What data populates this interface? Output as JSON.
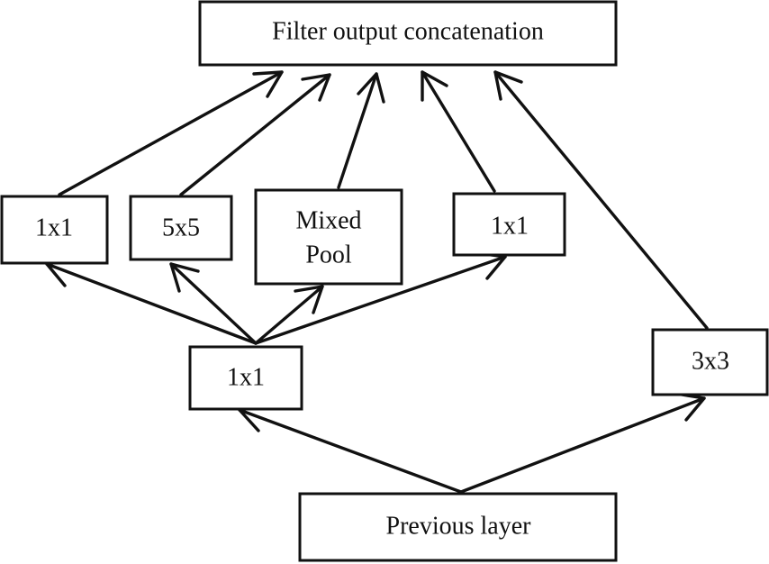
{
  "diagram": {
    "nodes": {
      "concat": {
        "label": "Filter output concatenation"
      },
      "branch_1x1_a": {
        "label": "1x1"
      },
      "branch_5x5": {
        "label": "5x5"
      },
      "branch_mixed_pool": {
        "label_line1": "Mixed",
        "label_line2": "Pool"
      },
      "branch_1x1_b": {
        "label": "1x1"
      },
      "reduce_1x1": {
        "label": "1x1"
      },
      "branch_3x3": {
        "label": "3x3"
      },
      "previous_layer": {
        "label": "Previous layer"
      }
    },
    "edges": [
      {
        "from": "previous_layer",
        "to": "reduce_1x1"
      },
      {
        "from": "previous_layer",
        "to": "branch_3x3"
      },
      {
        "from": "reduce_1x1",
        "to": "branch_1x1_a"
      },
      {
        "from": "reduce_1x1",
        "to": "branch_5x5"
      },
      {
        "from": "reduce_1x1",
        "to": "branch_mixed_pool"
      },
      {
        "from": "reduce_1x1",
        "to": "branch_1x1_b"
      },
      {
        "from": "branch_1x1_a",
        "to": "concat"
      },
      {
        "from": "branch_5x5",
        "to": "concat"
      },
      {
        "from": "branch_mixed_pool",
        "to": "concat"
      },
      {
        "from": "branch_1x1_b",
        "to": "concat"
      },
      {
        "from": "branch_3x3",
        "to": "concat"
      }
    ],
    "colors": {
      "stroke": "#111111",
      "background": "#ffffff"
    }
  }
}
